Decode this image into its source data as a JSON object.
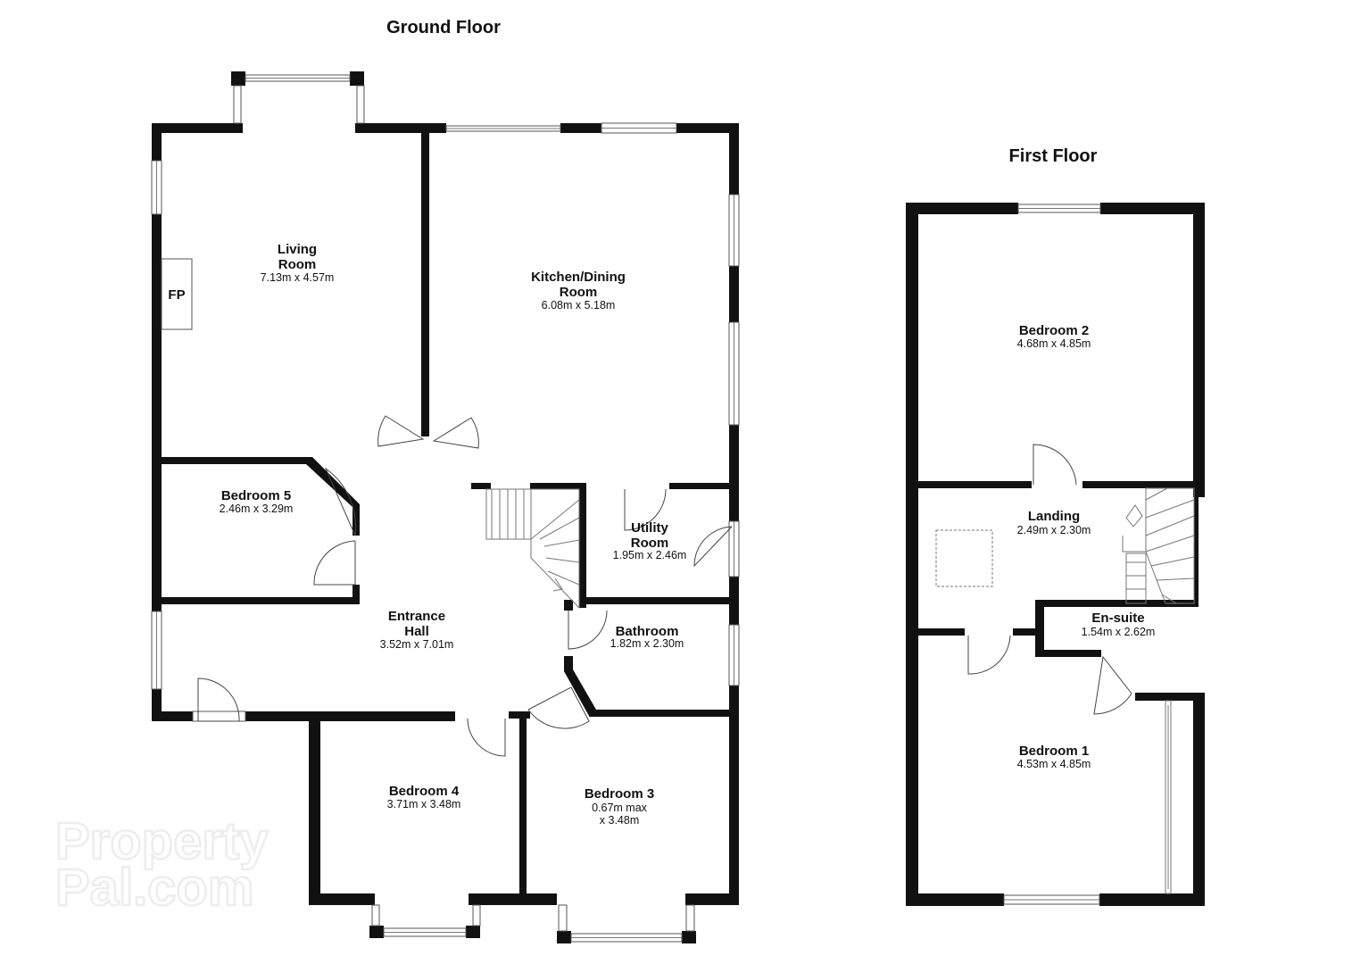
{
  "floors": {
    "ground": {
      "title": "Ground Floor"
    },
    "first": {
      "title": "First Floor"
    }
  },
  "rooms": {
    "living": {
      "name_lines": [
        "Living",
        "Room"
      ],
      "dims": [
        "7.13m x 4.57m"
      ]
    },
    "kitchen": {
      "name_lines": [
        "Kitchen/Dining",
        "Room"
      ],
      "dims": [
        "6.08m x 5.18m"
      ]
    },
    "bedroom5": {
      "name_lines": [
        "Bedroom 5"
      ],
      "dims": [
        "2.46m x 3.29m"
      ]
    },
    "utility": {
      "name_lines": [
        "Utility",
        "Room"
      ],
      "dims": [
        "1.95m x 2.46m"
      ]
    },
    "entrance": {
      "name_lines": [
        "Entrance",
        "Hall"
      ],
      "dims": [
        "3.52m x 7.01m"
      ]
    },
    "bathroom": {
      "name_lines": [
        "Bathroom"
      ],
      "dims": [
        "1.82m x 2.30m"
      ]
    },
    "bedroom4": {
      "name_lines": [
        "Bedroom 4"
      ],
      "dims": [
        "3.71m x 3.48m"
      ]
    },
    "bedroom3": {
      "name_lines": [
        "Bedroom 3"
      ],
      "dims": [
        "0.67m max",
        "x 3.48m"
      ]
    },
    "bedroom2": {
      "name_lines": [
        "Bedroom 2"
      ],
      "dims": [
        "4.68m x 4.85m"
      ]
    },
    "landing": {
      "name_lines": [
        "Landing"
      ],
      "dims": [
        "2.49m x 2.30m"
      ]
    },
    "ensuite": {
      "name_lines": [
        "En-suite"
      ],
      "dims": [
        "1.54m x 2.62m"
      ]
    },
    "bedroom1": {
      "name_lines": [
        "Bedroom 1"
      ],
      "dims": [
        "4.53m x 4.85m"
      ]
    }
  },
  "fixtures": {
    "fireplace_label": "FP"
  },
  "watermark": {
    "line1": "Property",
    "line2": "Pal.com"
  }
}
